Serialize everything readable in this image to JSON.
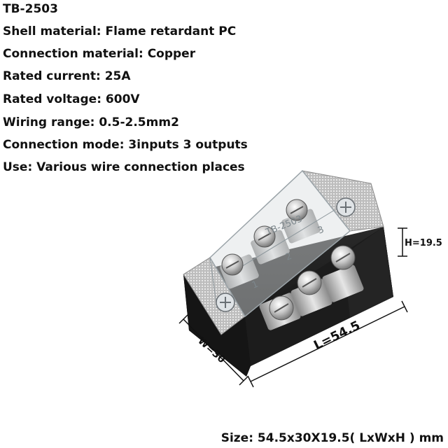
{
  "specs": [
    "TB-2503",
    "Shell material: Flame retardant PC",
    "Connection material: Copper",
    "Rated current: 25A",
    "Rated voltage: 600V",
    "Wiring range: 0.5-2.5mm2",
    "Connection mode: 3inputs 3 outputs",
    "Use: Various wire connection places"
  ],
  "size_text": "Size: 54.5x30X19.5( LxWxH ) mm",
  "dimensions": {
    "height_label": "H=19.5",
    "length_label": "L=54.5",
    "width_label": "W=30"
  },
  "cover": {
    "model_text": "TB-2503",
    "terminal_numbers": [
      "1",
      "2",
      "3"
    ]
  }
}
